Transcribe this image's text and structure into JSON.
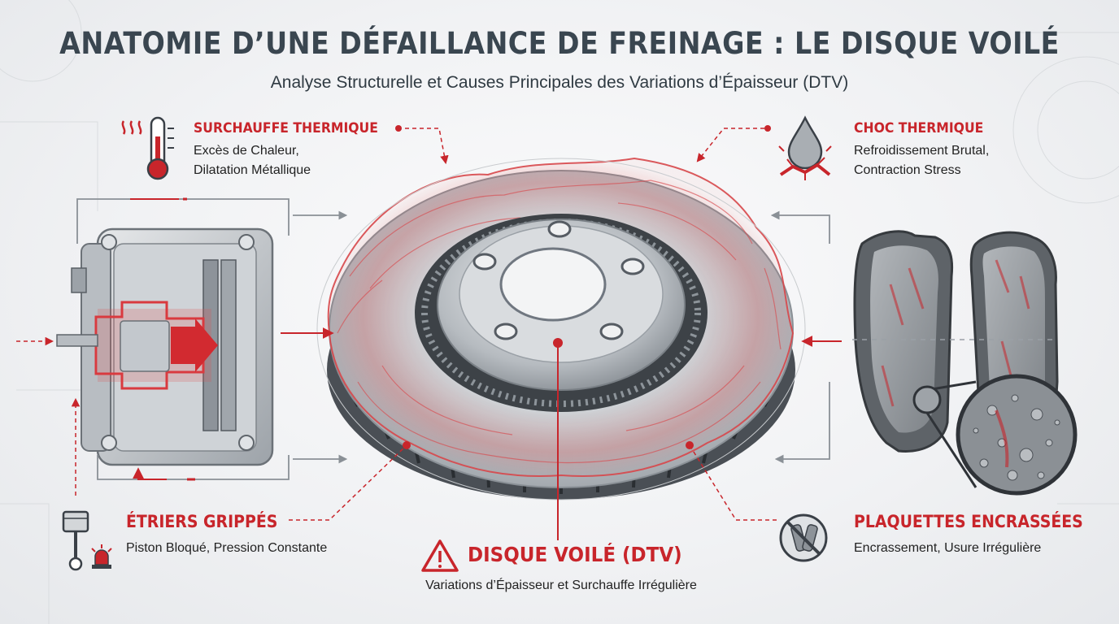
{
  "title": "ANATOMIE D’UNE DÉFAILLANCE DE FREINAGE : LE DISQUE VOILÉ",
  "subtitle": "Analyse Structurelle et Causes Principales des Variations d’Épaisseur (DTV)",
  "causes": {
    "surchauffe": {
      "title": "SURCHAUFFE THERMIQUE",
      "line1": "Excès de Chaleur,",
      "line2": "Dilatation Métallique",
      "icon": "thermometer-icon"
    },
    "choc": {
      "title": "CHOC THERMIQUE",
      "line1": "Refroidissement Brutal,",
      "line2": "Contraction Stress",
      "icon": "cracked-droplet-icon"
    },
    "etriers": {
      "title": "ÉTRIERS GRIPPÉS",
      "line1": "Piston Bloqué, Pression Constante",
      "icon": "piston-icon"
    },
    "plaquettes": {
      "title": "PLAQUETTES ENCRASSÉES",
      "line1": "Encrassement, Usure Irrégulière",
      "icon": "no-pads-icon"
    }
  },
  "main": {
    "title": "DISQUE VOILÉ (DTV)",
    "desc": "Variations d’Épaisseur et Surchauffe Irrégulière",
    "icon": "warning-icon"
  },
  "colors": {
    "accent": "#c8252b",
    "metal": "#b9bec3",
    "text": "#3a4650"
  }
}
